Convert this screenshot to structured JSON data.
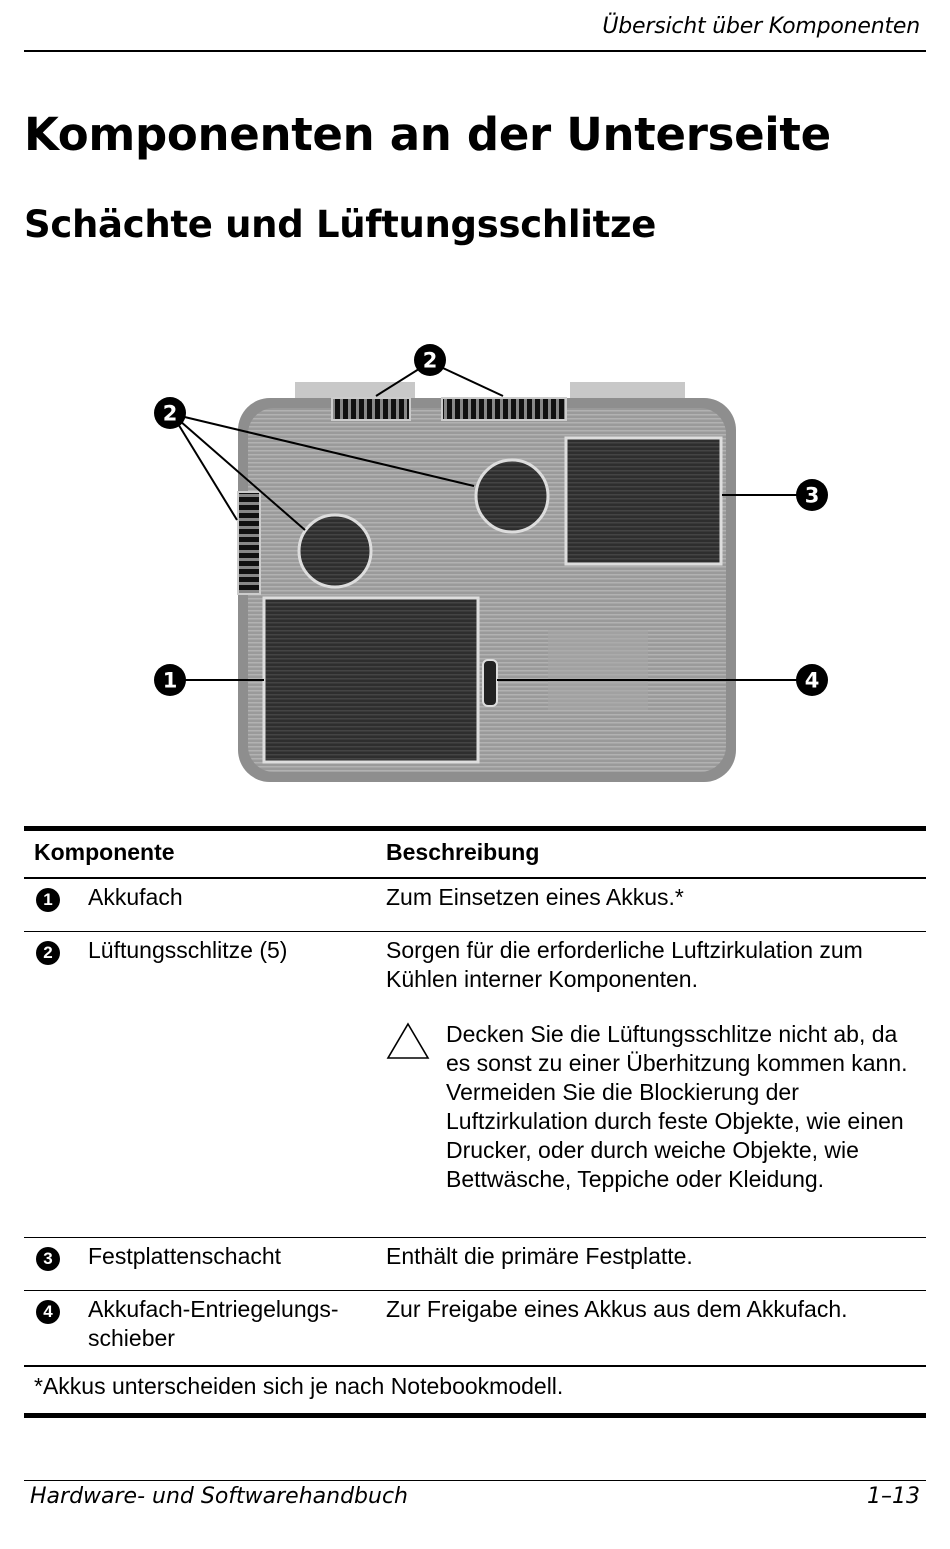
{
  "header": {
    "running_title": "Übersicht über Komponenten"
  },
  "title": "Komponenten an der Unterseite",
  "subtitle": "Schächte und Lüftungsschlitze",
  "figure": {
    "callouts": [
      "1",
      "2",
      "3",
      "4"
    ]
  },
  "table": {
    "columns": [
      "Komponente",
      "Beschreibung"
    ],
    "rows": [
      {
        "num": "1",
        "component": "Akkufach",
        "description": "Zum Einsetzen eines Akkus.*"
      },
      {
        "num": "2",
        "component": "Lüftungsschlitze (5)",
        "description": "Sorgen für die erforderliche Luftzirkulation zum Kühlen interner Komponenten.",
        "caution_icon": "warning-triangle-icon",
        "caution": "Decken Sie die Lüftungsschlitze nicht ab, da es sonst zu einer Überhitzung kommen kann. Vermeiden Sie die Blockierung der Luftzirkulation durch feste Objekte, wie einen Drucker, oder durch weiche Objekte, wie Bettwäsche, Teppiche oder Kleidung."
      },
      {
        "num": "3",
        "component": "Festplattenschacht",
        "description": "Enthält die primäre Festplatte."
      },
      {
        "num": "4",
        "component": "Akkufach-Entriegelungs-schieber",
        "description": "Zur Freigabe eines Akkus aus dem Akkufach."
      }
    ],
    "footnote": "*Akkus unterscheiden sich je nach Notebookmodell."
  },
  "footer": {
    "book_title": "Hardware- und Softwarehandbuch",
    "page_number": "1–13"
  }
}
